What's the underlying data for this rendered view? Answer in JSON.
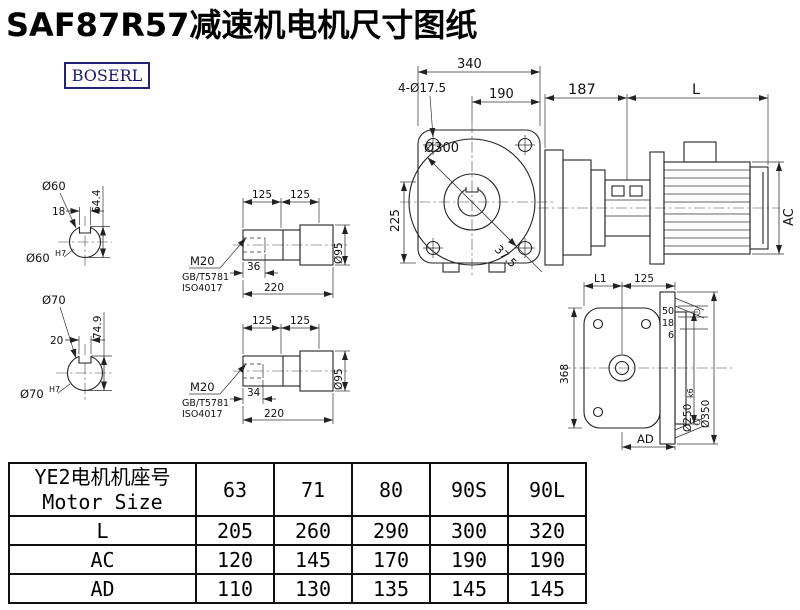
{
  "page": {
    "title": "SAF87R57减速机电机尺寸图纸",
    "brand": "BOSERL",
    "brand_color": "#18186b"
  },
  "views": {
    "shaft60": {
      "dia": "Ø60",
      "key_width": "18",
      "height": "64.4",
      "fit_dia": "Ø60",
      "fit_tol": "H7"
    },
    "shaft70": {
      "dia": "Ø70",
      "key_width": "20",
      "height": "74.9",
      "fit_dia": "Ø70",
      "fit_tol": "H7"
    },
    "shaft_top": {
      "dim_a": "125",
      "dim_b": "125",
      "thread": "M20",
      "std1": "GB/T5781",
      "std2": "ISO4017",
      "depth": "36",
      "length": "220",
      "dia": "Ø95"
    },
    "shaft_bottom": {
      "dim_a": "125",
      "dim_b": "125",
      "thread": "M20",
      "std1": "GB/T5781",
      "std2": "ISO4017",
      "depth": "34",
      "length": "220",
      "dia": "Ø95"
    },
    "front": {
      "width": "340",
      "pitch": "190",
      "holes": "4-Ø17.5",
      "dia": "Ø300",
      "height": "225",
      "angle": "37.5"
    },
    "side": {
      "front_len": "187",
      "motor_len": "L",
      "ac": "AC"
    },
    "output": {
      "l1": "L1",
      "d125": "125",
      "d50": "50",
      "d18": "18",
      "d6": "6",
      "d368": "368",
      "d250": "Ø250",
      "d250tol": "k6",
      "d350": "Ø350",
      "ad": "AD"
    }
  },
  "table": {
    "header_cn": "YE2电机机座号",
    "header_en": "Motor Size",
    "sizes": [
      "63",
      "71",
      "80",
      "90S",
      "90L"
    ],
    "rows": [
      {
        "label": "L",
        "values": [
          "205",
          "260",
          "290",
          "300",
          "320"
        ]
      },
      {
        "label": "AC",
        "values": [
          "120",
          "145",
          "170",
          "190",
          "190"
        ]
      },
      {
        "label": "AD",
        "values": [
          "110",
          "130",
          "135",
          "145",
          "145"
        ]
      }
    ]
  }
}
